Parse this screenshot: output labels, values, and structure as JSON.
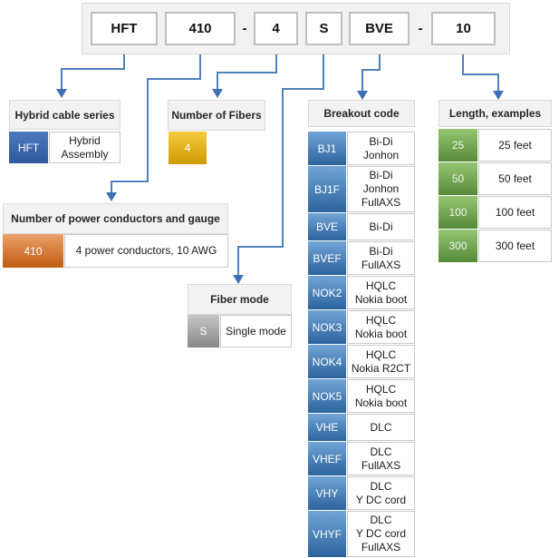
{
  "top_row": {
    "codes": [
      "HFT",
      "410",
      "4",
      "S",
      "BVE",
      "10"
    ],
    "separator": "-"
  },
  "sections": {
    "series": {
      "title": "Hybrid cable series",
      "code": "HFT",
      "desc": "Hybrid\nAssembly"
    },
    "fibers": {
      "title": "Number of Fibers",
      "code": "4"
    },
    "power": {
      "title": "Number of power conductors and gauge",
      "code": "410",
      "desc": "4 power conductors, 10 AWG"
    },
    "fiber_mode": {
      "title": "Fiber mode",
      "code": "S",
      "desc": "Single mode"
    },
    "breakout": {
      "title": "Breakout code",
      "rows": [
        {
          "code": "BJ1",
          "desc": "Bi-Di\nJonhon"
        },
        {
          "code": "BJ1F",
          "desc": "Bi-Di\nJonhon\nFullAXS"
        },
        {
          "code": "BVE",
          "desc": "Bi-Di"
        },
        {
          "code": "BVEF",
          "desc": "Bi-Di\nFullAXS"
        },
        {
          "code": "NOK2",
          "desc": "HQLC\nNokia boot"
        },
        {
          "code": "NOK3",
          "desc": "HQLC\nNokia boot"
        },
        {
          "code": "NOK4",
          "desc": "HQLC\nNokia R2CT"
        },
        {
          "code": "NOK5",
          "desc": "HQLC\nNokia boot"
        },
        {
          "code": "VHE",
          "desc": "DLC"
        },
        {
          "code": "VHEF",
          "desc": "DLC\nFullAXS"
        },
        {
          "code": "VHY",
          "desc": "DLC\nY DC cord"
        },
        {
          "code": "VHYF",
          "desc": "DLC\nY DC cord\nFullAXS"
        }
      ]
    },
    "length": {
      "title": "Length, examples",
      "rows": [
        {
          "code": "25",
          "desc": "25 feet"
        },
        {
          "code": "50",
          "desc": "50 feet"
        },
        {
          "code": "100",
          "desc": "100 feet"
        },
        {
          "code": "300",
          "desc": "300 feet"
        }
      ]
    }
  },
  "colors": {
    "series_top": "#4d79bd",
    "series_bottom": "#2f579e",
    "breakout_top": "#72a5d6",
    "breakout_bottom": "#2b639d",
    "orange_top": "#eda06a",
    "orange_bottom": "#c05c11",
    "gold_top": "#f4ca3f",
    "gold_bottom": "#cf9b02",
    "gray_top": "#c6c6c6",
    "gray_bottom": "#878787",
    "green_top": "#94c673",
    "green_bottom": "#568a38",
    "connector": "#4f81bd",
    "arrowhead": "#3f6fb7",
    "header_bg": "#f2f2f2",
    "header_border": "#d9d9d9"
  }
}
